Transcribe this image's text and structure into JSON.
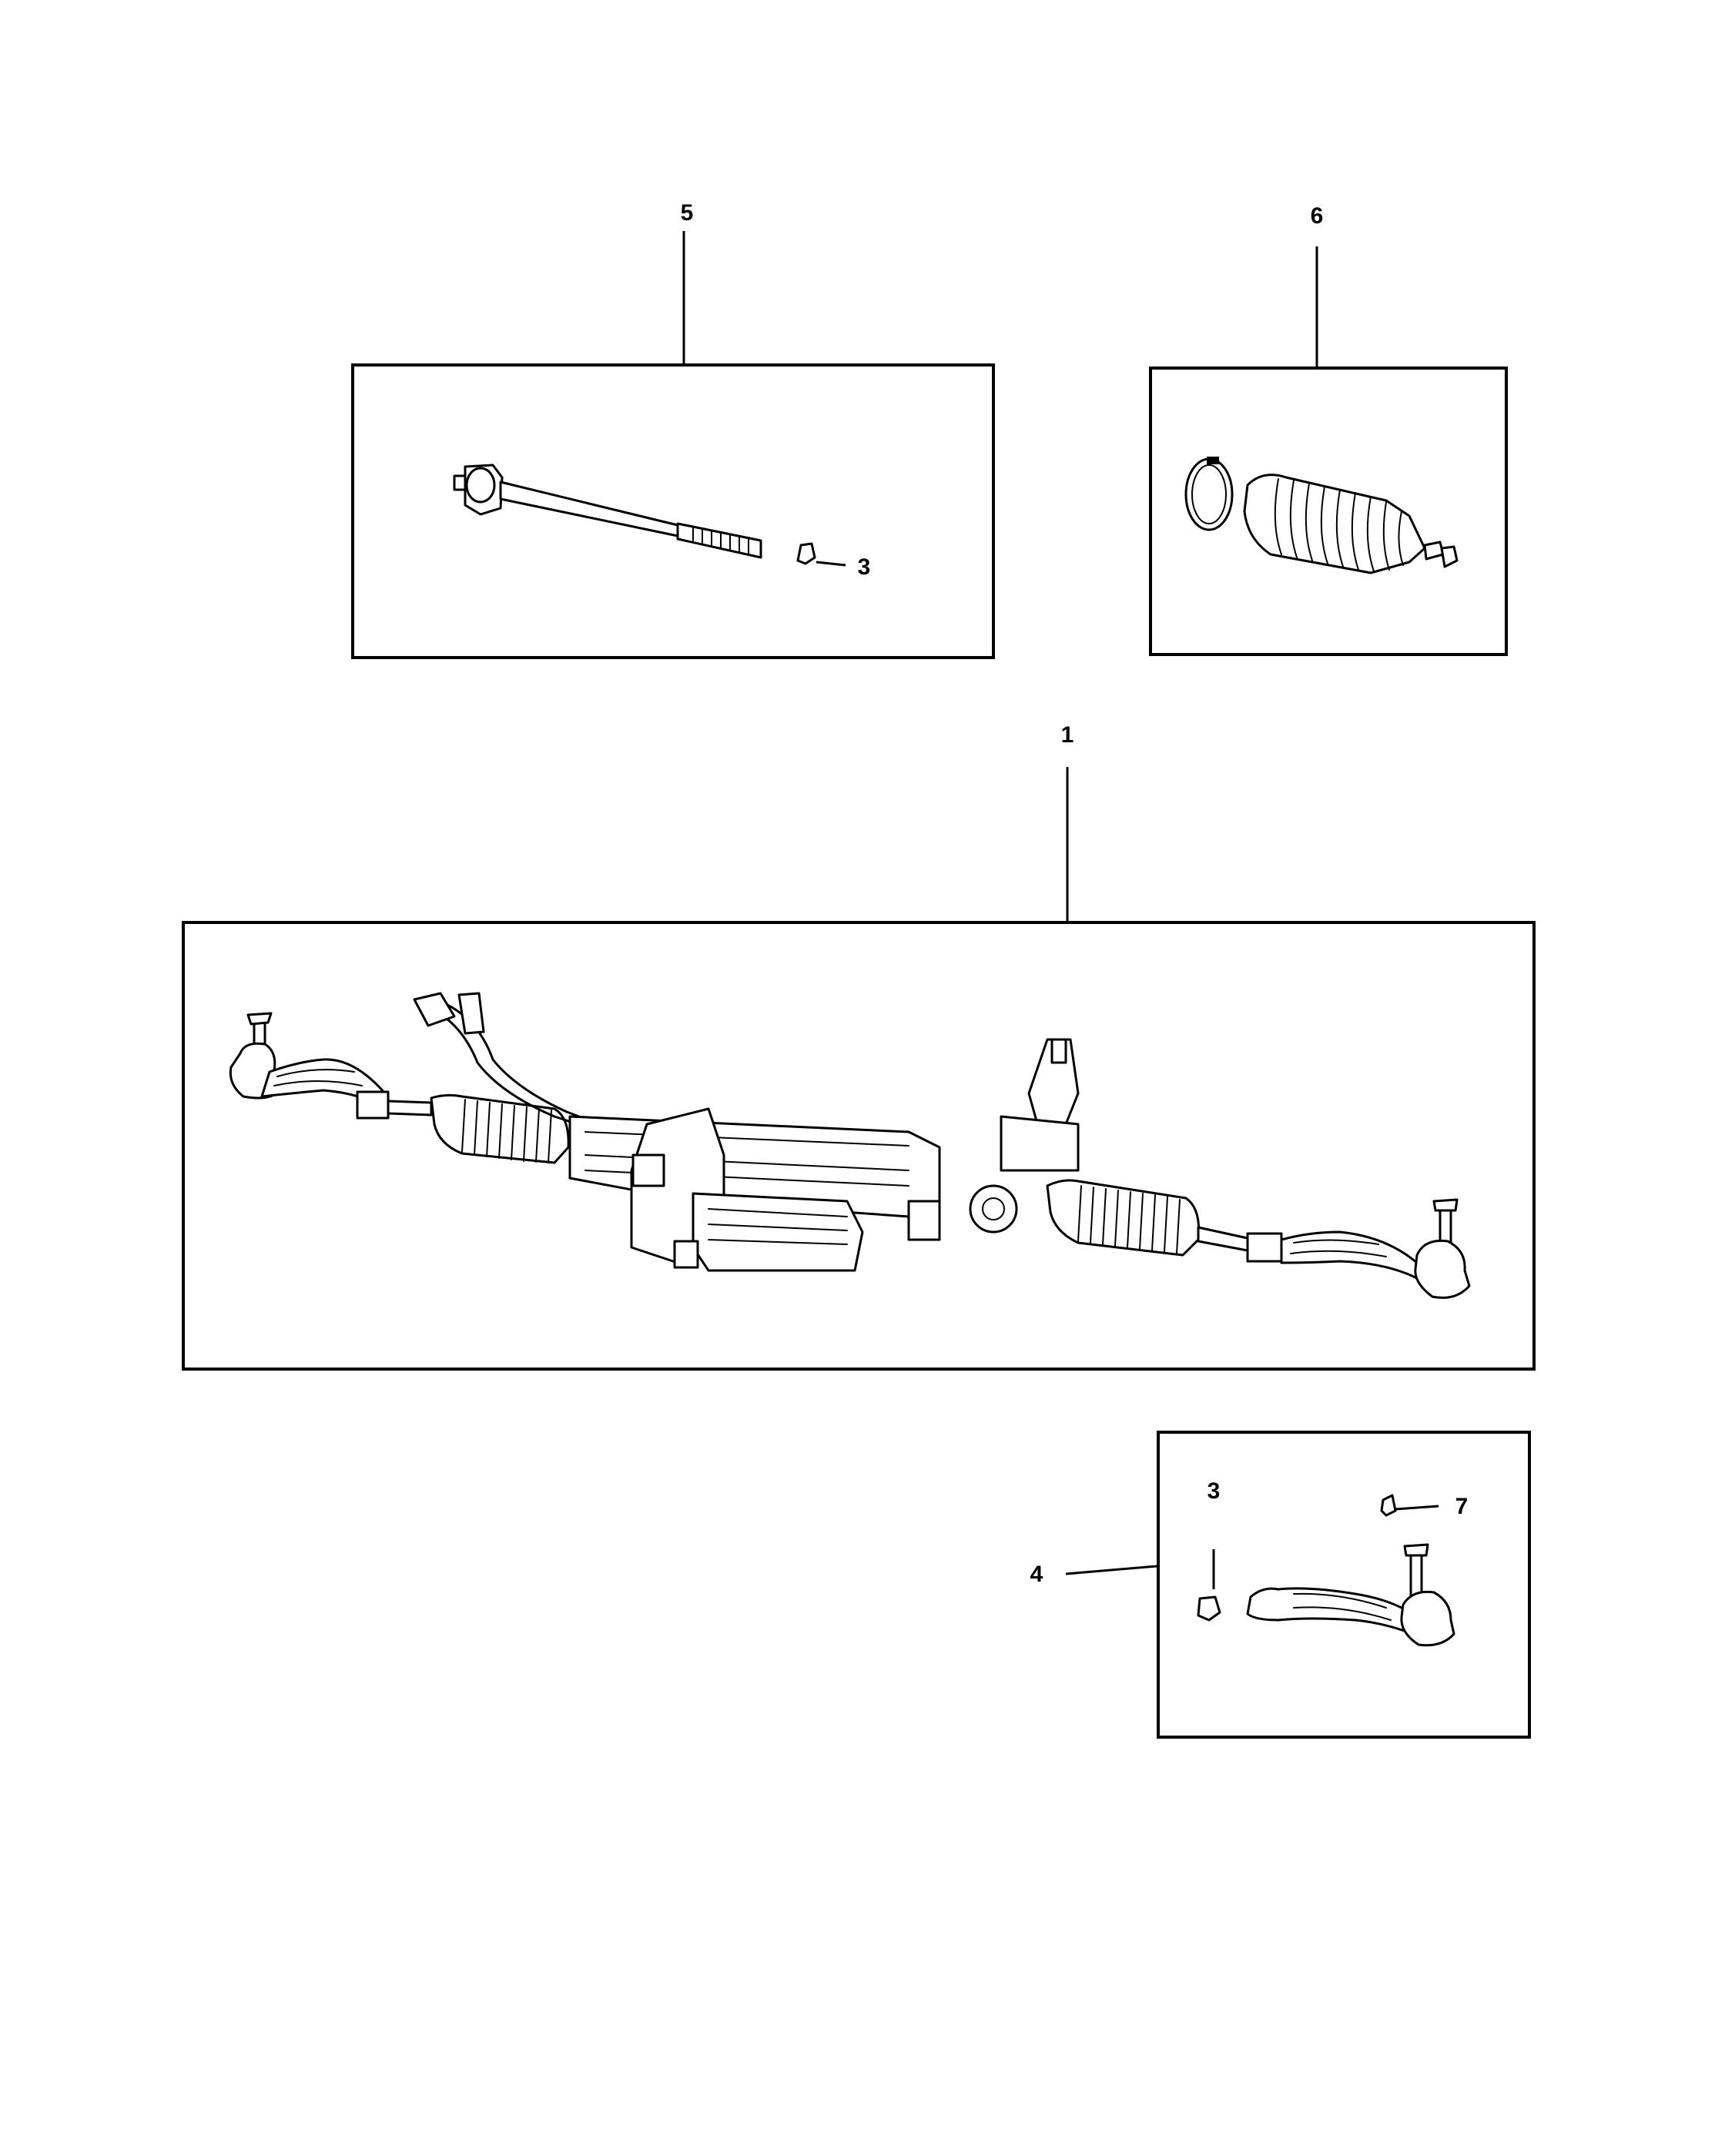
{
  "callouts": {
    "c1": "1",
    "c3_top": "3",
    "c3_bottom": "3",
    "c4": "4",
    "c5": "5",
    "c6": "6",
    "c7": "7"
  },
  "colors": {
    "line": "#000000",
    "background": "#ffffff"
  }
}
